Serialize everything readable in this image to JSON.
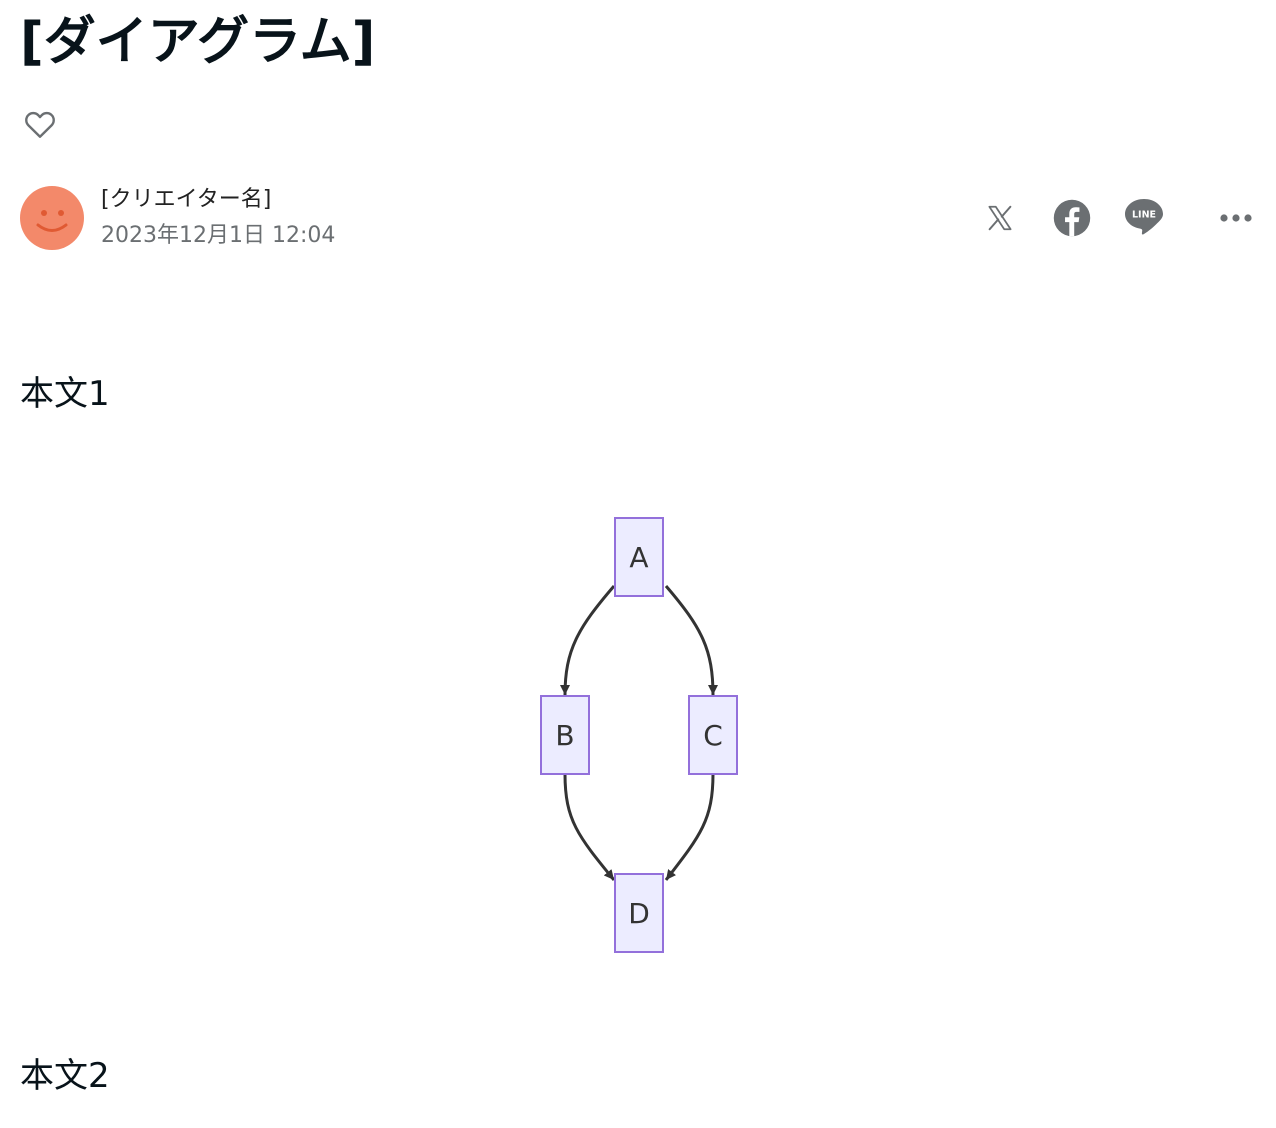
{
  "article": {
    "title": "[ダイアグラム]",
    "creator_name": "[クリエイター名]",
    "date": "2023年12月1日 12:04",
    "body_1": "本文1",
    "body_2": "本文2"
  },
  "icons": {
    "like": "heart-outline-icon",
    "x": "x-icon",
    "facebook": "facebook-icon",
    "line": "line-icon",
    "more": "more-horizontal-icon"
  },
  "line_icon_text": "LINE",
  "diagram": {
    "nodes": {
      "a": "A",
      "b": "B",
      "c": "C",
      "d": "D"
    },
    "edges": [
      [
        "A",
        "B"
      ],
      [
        "A",
        "C"
      ],
      [
        "B",
        "D"
      ],
      [
        "C",
        "D"
      ]
    ]
  },
  "colors": {
    "title": "#08131a",
    "meta": "#6b6f72",
    "icon": "#6b6f72",
    "avatar": "#f3896a",
    "avatar_face": "#e05a33",
    "node_fill": "#ececff",
    "node_border": "#9370db",
    "edge": "#333333"
  }
}
